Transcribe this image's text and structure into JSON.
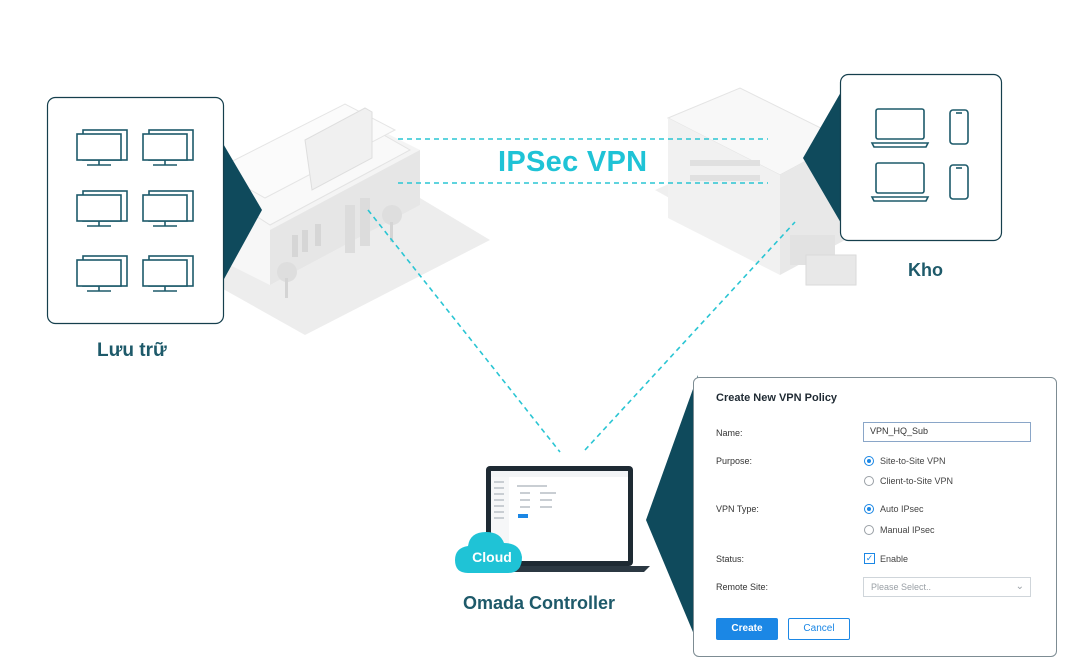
{
  "diagram": {
    "title": "IPSec VPN",
    "sites": {
      "storage": {
        "label": "Lưu trữ"
      },
      "warehouse": {
        "label": "Kho"
      }
    },
    "controller": {
      "label": "Omada Controller",
      "cloud_label": "Cloud"
    }
  },
  "vpn_policy_form": {
    "title": "Create New VPN Policy",
    "fields": {
      "name_label": "Name:",
      "name_value": "VPN_HQ_Sub",
      "purpose_label": "Purpose:",
      "purpose_options": [
        "Site-to-Site VPN",
        "Client-to-Site VPN"
      ],
      "purpose_selected": "Site-to-Site VPN",
      "vpn_type_label": "VPN Type:",
      "vpn_type_options": [
        "Auto IPsec",
        "Manual IPsec"
      ],
      "vpn_type_selected": "Auto IPsec",
      "status_label": "Status:",
      "status_checkbox_label": "Enable",
      "status_checked": true,
      "remote_site_label": "Remote Site:",
      "remote_site_placeholder": "Please Select.."
    },
    "buttons": {
      "create": "Create",
      "cancel": "Cancel"
    }
  },
  "colors": {
    "accent_cyan": "#1fc3d6",
    "dark_teal": "#1e5a6a",
    "button_blue": "#1b87e5"
  },
  "icons": [
    "desktop-monitor-icon",
    "laptop-icon",
    "smartphone-icon",
    "cloud-icon",
    "chevron-down-icon",
    "checkmark-icon"
  ]
}
